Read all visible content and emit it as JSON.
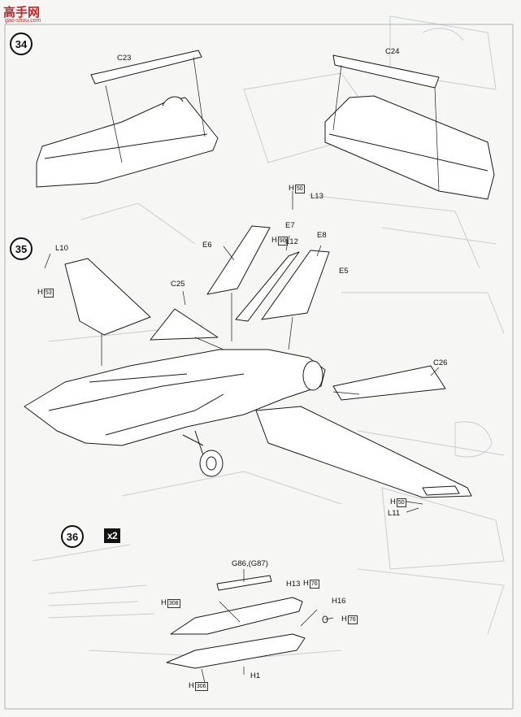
{
  "watermark": {
    "chinese": "高手网",
    "url": "gao-shou.com"
  },
  "steps": [
    {
      "number": "34"
    },
    {
      "number": "35"
    },
    {
      "number": "36",
      "multiplier": "x2"
    }
  ],
  "parts": {
    "c23": "C23",
    "c24": "C24",
    "h50_top": "50",
    "l13": "L13",
    "e7": "E7",
    "h90": "90",
    "l12": "L12",
    "e8": "E8",
    "e6": "E6",
    "e5": "E5",
    "l10": "L10",
    "h53": "53",
    "c25": "C25",
    "c26": "C26",
    "h50_bottom": "50",
    "l11": "L11",
    "g86": "G86,(G87)",
    "h13": "H13",
    "h76_a": "76",
    "h308": "308",
    "h16": "H16",
    "h76_b": "76",
    "h1": "H1",
    "h306": "306",
    "h_prefix": "H"
  }
}
